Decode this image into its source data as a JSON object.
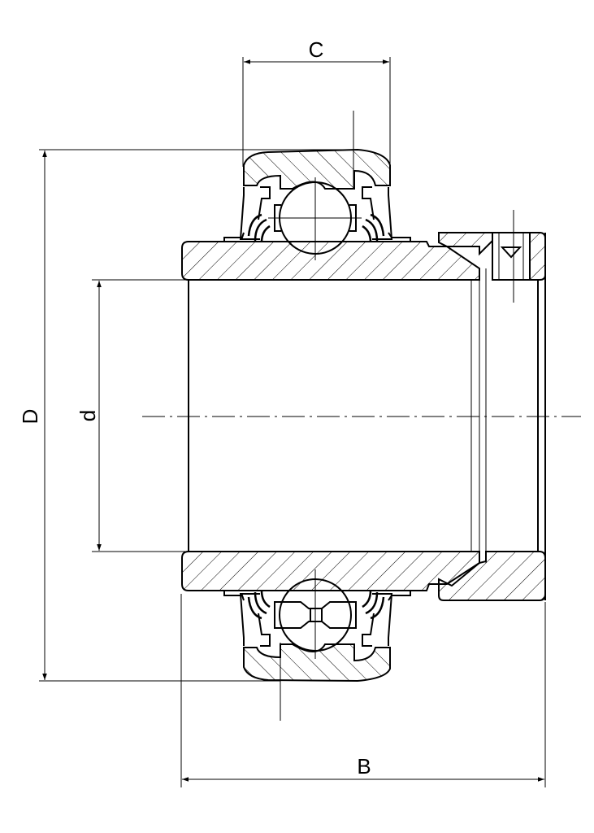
{
  "labels": {
    "C": "C",
    "D": "D",
    "d": "d",
    "B": "B"
  },
  "colors": {
    "line": "#000000",
    "background": "#ffffff"
  }
}
